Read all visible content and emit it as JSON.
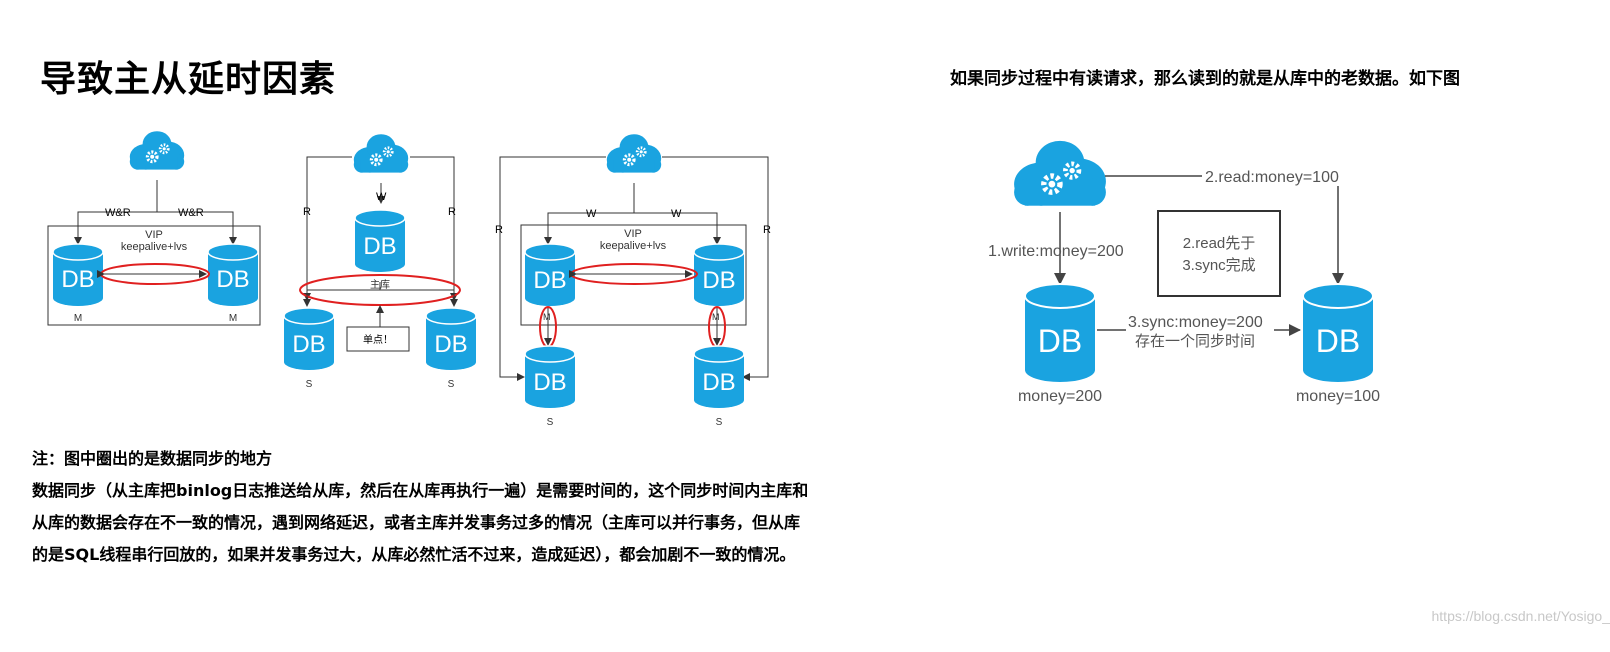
{
  "title": "导致主从延时因素",
  "right_title": "如果同步过程中有读请求，那么读到的就是从库中的老数据。如下图",
  "notes": [
    "注：图中圈出的是数据同步的地方",
    "数据同步（从主库把binlog日志推送给从库，然后在从库再执行一遍）是需要时间的，这个同步时间内主库和",
    "从库的数据会存在不一致的情况，遇到网络延迟，或者主库并发事务过多的情况（主库可以并行事务，但从库",
    "的是SQL线程串行回放的，如果并发事务过大，从库必然忙活不过来，造成延迟），都会加剧不一致的情况。"
  ],
  "db_label": "DB",
  "diagram1": {
    "edge_left": "W&R",
    "edge_right": "W&R",
    "vip": "VIP",
    "vip_sub": "keepalive+lvs",
    "left_role": "M",
    "right_role": "M"
  },
  "diagram2": {
    "w": "W",
    "r_left": "R",
    "r_right": "R",
    "master_tag": "主库",
    "single_point": "单点！",
    "left_role": "S",
    "right_role": "S"
  },
  "diagram3": {
    "w_left": "W",
    "w_right": "W",
    "vip": "VIP",
    "vip_sub": "keepalive+lvs",
    "r_left": "R",
    "r_right": "R",
    "m_left": "M",
    "m_right": "M",
    "left_role": "S",
    "right_role": "S"
  },
  "diagram4": {
    "write": "1.write:money=200",
    "read": "2.read:money=100",
    "box_line1": "2.read先于",
    "box_line2": "3.sync完成",
    "sync_line1": "3.sync:money=200",
    "sync_line2": "存在一个同步时间",
    "left_value": "money=200",
    "right_value": "money=100"
  },
  "watermark": "https://blog.csdn.net/Yosigo_",
  "colors": {
    "db_fill": "#1aa3e0",
    "db_stroke": "#0b86c2",
    "cloud": "#1aa3e0",
    "highlight": "#e02020",
    "line": "#333333"
  }
}
